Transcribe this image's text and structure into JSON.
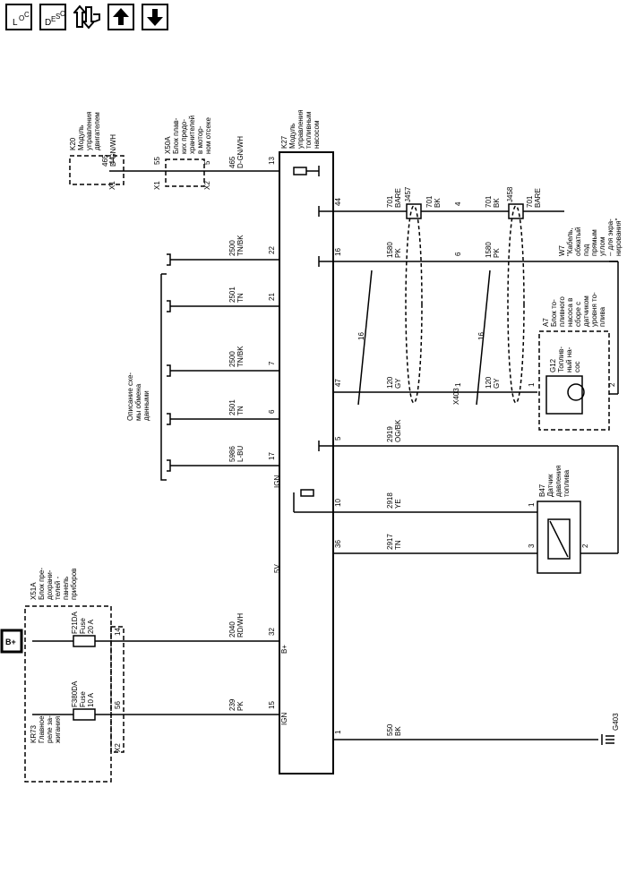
{
  "toolbar": {
    "loc": {
      "main": "L",
      "sub1": "O",
      "sub2": "C"
    },
    "desc": {
      "main": "D",
      "sub1": "E",
      "sub2": "S",
      "sub3": "C"
    }
  },
  "components": {
    "k20": [
      "K20",
      "Модуль",
      "управления",
      "двигателем"
    ],
    "x50a": [
      "X50A",
      "Блок плав-",
      "ких предо-",
      "хранителей",
      "в мотор-",
      "ном отсеке"
    ],
    "k27": [
      "K27",
      "Модуль",
      "управления",
      "топливным",
      "насосом"
    ],
    "x51a": [
      "X51A",
      "Блок пре-",
      "дохрани-",
      "телей -",
      "панель",
      "приборов"
    ],
    "kr73": [
      "KR73",
      "Главное",
      "реле за-",
      "жигания"
    ],
    "a7": [
      "A7",
      "Блок то-",
      "пливного",
      "насоса в",
      "сборе с",
      "датчиком",
      "уровня то-",
      "плива"
    ],
    "g12": [
      "G12",
      "Топлив-",
      "ный на-",
      "сос"
    ],
    "b47": [
      "B47",
      "Датчик",
      "давления",
      "топлива"
    ],
    "w7": [
      "W7",
      "\"Кабель,",
      "обжатый",
      "под",
      "прямым",
      "углом",
      "– для экра-",
      "нирования\""
    ],
    "data_comm": [
      "Описание схе-",
      "мы обмена",
      "данными"
    ],
    "f21da": [
      "F21DA",
      "Fuse",
      "20 A"
    ],
    "f380da": [
      "F380DA",
      "Fuse",
      "10 A"
    ]
  },
  "labels": {
    "bplus": "B+",
    "g403": "G403",
    "x403": "X403",
    "j457": "J457",
    "j458": "J458",
    "ign": "IGN",
    "v5": "5V"
  },
  "connectors": {
    "x1": "X1",
    "x2": "X2",
    "p44": "44",
    "p55": "55",
    "p5": "5",
    "p13": "13",
    "p22": "22",
    "p21": "21",
    "p7": "7",
    "p6": "6",
    "p17": "17",
    "p32": "32",
    "p15": "15",
    "p1": "1",
    "k44": "44",
    "k16": "16",
    "k47": "47",
    "k5": "5",
    "k10": "10",
    "k36": "36",
    "x403_4": "4",
    "x403_6": "6",
    "x403_1": "1",
    "a7_1": "1",
    "a7_2": "2",
    "b47_1": "1",
    "b47_2": "2",
    "b47_3": "3",
    "x51a_14": "14",
    "x51a_56": "56",
    "twist": "16"
  },
  "wires": {
    "w465a": [
      "465",
      "D-GN/WH"
    ],
    "w465b": [
      "465",
      "D-GN/WH"
    ],
    "w2500a": [
      "2500",
      "TN/BK"
    ],
    "w2501a": [
      "2501",
      "TN"
    ],
    "w2500b": [
      "2500",
      "TN/BK"
    ],
    "w2501b": [
      "2501",
      "TN"
    ],
    "w5986": [
      "5986",
      "L-BU"
    ],
    "w2040": [
      "2040",
      "RD/WH"
    ],
    "w239": [
      "239",
      "PK"
    ],
    "w701a": [
      "701",
      "BARE"
    ],
    "w701b": [
      "701",
      "BK"
    ],
    "w701c": [
      "701",
      "BK"
    ],
    "w701d": [
      "701",
      "BARE"
    ],
    "w1580a": [
      "1580",
      "PK"
    ],
    "w1580b": [
      "1580",
      "PK"
    ],
    "w120a": [
      "120",
      "GY"
    ],
    "w120b": [
      "120",
      "GY"
    ],
    "w2919": [
      "2919",
      "OG/BK"
    ],
    "w2918": [
      "2918",
      "YE"
    ],
    "w2917": [
      "2917",
      "TN"
    ],
    "w550": [
      "550",
      "BK"
    ]
  }
}
